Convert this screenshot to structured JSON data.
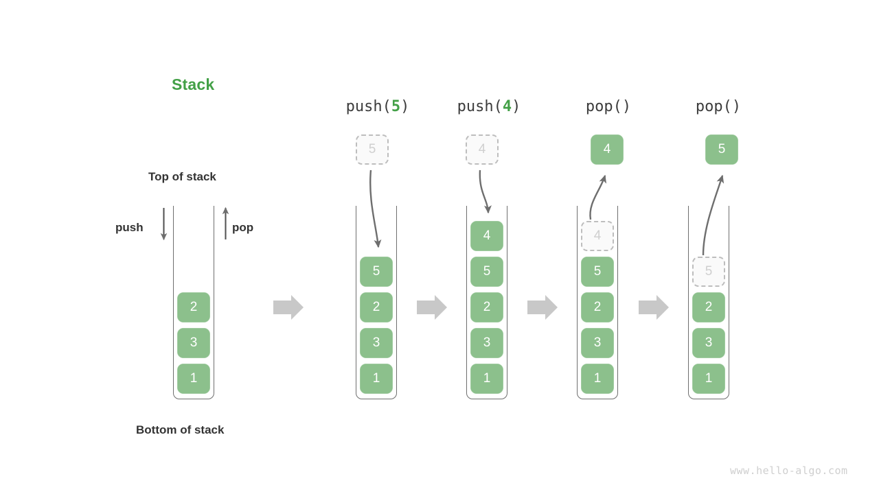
{
  "meta": {
    "title": "Stack",
    "watermark": "www.hello-algo.com",
    "accent_green": "#43a047",
    "cell_green": "#8cc08c",
    "ghost_gray": "#bdbdbd",
    "arrow_gray": "#6e6e6e",
    "flow_arrow_gray": "#c8c8c8"
  },
  "labels": {
    "top_of_stack": "Top of stack",
    "bottom_of_stack": "Bottom of stack",
    "push": "push",
    "pop": "pop"
  },
  "chart_data": {
    "type": "diagram",
    "title": "Stack",
    "description": "Stack push and pop operation sequence",
    "initial_stack_top_to_bottom": [
      "2",
      "3",
      "1"
    ],
    "operations": [
      "push(5)",
      "push(4)",
      "pop()",
      "pop()"
    ],
    "columns": [
      {
        "id": "initial",
        "op_label": null,
        "op_name": null,
        "op_arg": null,
        "cells": [
          {
            "value": "2",
            "state": "solid",
            "slot": 3
          },
          {
            "value": "3",
            "state": "solid",
            "slot": 4
          },
          {
            "value": "1",
            "state": "solid",
            "slot": 5
          }
        ],
        "floating": null,
        "motion_arrow": null
      },
      {
        "id": "push-5",
        "op_label": "push(5)",
        "op_name": "push",
        "op_arg": "5",
        "cells": [
          {
            "value": "5",
            "state": "solid",
            "slot": 2
          },
          {
            "value": "2",
            "state": "solid",
            "slot": 3
          },
          {
            "value": "3",
            "state": "solid",
            "slot": 4
          },
          {
            "value": "1",
            "state": "solid",
            "slot": 5
          }
        ],
        "floating": {
          "value": "5",
          "state": "ghost"
        },
        "motion_arrow": "down-into-stack"
      },
      {
        "id": "push-4",
        "op_label": "push(4)",
        "op_name": "push",
        "op_arg": "4",
        "cells": [
          {
            "value": "4",
            "state": "solid",
            "slot": 1
          },
          {
            "value": "5",
            "state": "solid",
            "slot": 2
          },
          {
            "value": "2",
            "state": "solid",
            "slot": 3
          },
          {
            "value": "3",
            "state": "solid",
            "slot": 4
          },
          {
            "value": "1",
            "state": "solid",
            "slot": 5
          }
        ],
        "floating": {
          "value": "4",
          "state": "ghost"
        },
        "motion_arrow": "down-into-stack"
      },
      {
        "id": "pop-4",
        "op_label": "pop()",
        "op_name": "pop",
        "op_arg": null,
        "cells": [
          {
            "value": "4",
            "state": "ghost",
            "slot": 1
          },
          {
            "value": "5",
            "state": "solid",
            "slot": 2
          },
          {
            "value": "2",
            "state": "solid",
            "slot": 3
          },
          {
            "value": "3",
            "state": "solid",
            "slot": 4
          },
          {
            "value": "1",
            "state": "solid",
            "slot": 5
          }
        ],
        "floating": {
          "value": "4",
          "state": "solid"
        },
        "motion_arrow": "up-out-of-stack"
      },
      {
        "id": "pop-5",
        "op_label": "pop()",
        "op_name": "pop",
        "op_arg": null,
        "cells": [
          {
            "value": "5",
            "state": "ghost",
            "slot": 2
          },
          {
            "value": "2",
            "state": "solid",
            "slot": 3
          },
          {
            "value": "3",
            "state": "solid",
            "slot": 4
          },
          {
            "value": "1",
            "state": "solid",
            "slot": 5
          }
        ],
        "floating": {
          "value": "5",
          "state": "solid"
        },
        "motion_arrow": "up-out-of-stack"
      }
    ],
    "flow_arrows": 4
  }
}
